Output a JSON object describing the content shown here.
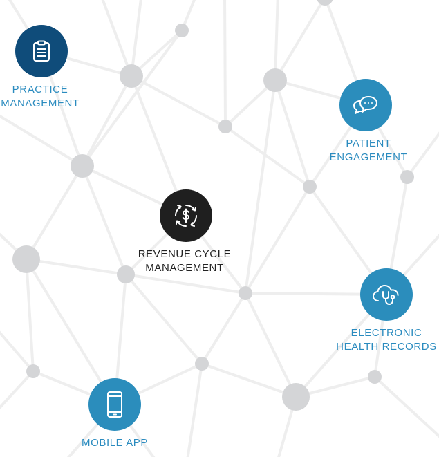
{
  "colors": {
    "background": "#ffffff",
    "edge": "#eeeeee",
    "node": "#d4d5d7",
    "dark_navy": "#0f4c7a",
    "teal_blue": "#2b8dbc",
    "black": "#1f1f1f",
    "label_blue": "#2a8bbf",
    "label_dark": "#222222"
  },
  "hubs": {
    "practice": {
      "icon": "clipboard-icon",
      "line1": "PRACTICE",
      "line2": "MANAGEMENT"
    },
    "patient": {
      "icon": "chat-bubbles-icon",
      "line1": "PATIENT",
      "line2": "ENGAGEMENT"
    },
    "revenue": {
      "icon": "dollar-cycle-icon",
      "line1": "REVENUE CYCLE",
      "line2": "MANAGEMENT"
    },
    "ehr": {
      "icon": "cloud-stethoscope-icon",
      "line1": "ELECTRONIC",
      "line2": "HEALTH RECORDS"
    },
    "mobile": {
      "icon": "smartphone-icon",
      "line1": "MOBILE APP"
    }
  }
}
